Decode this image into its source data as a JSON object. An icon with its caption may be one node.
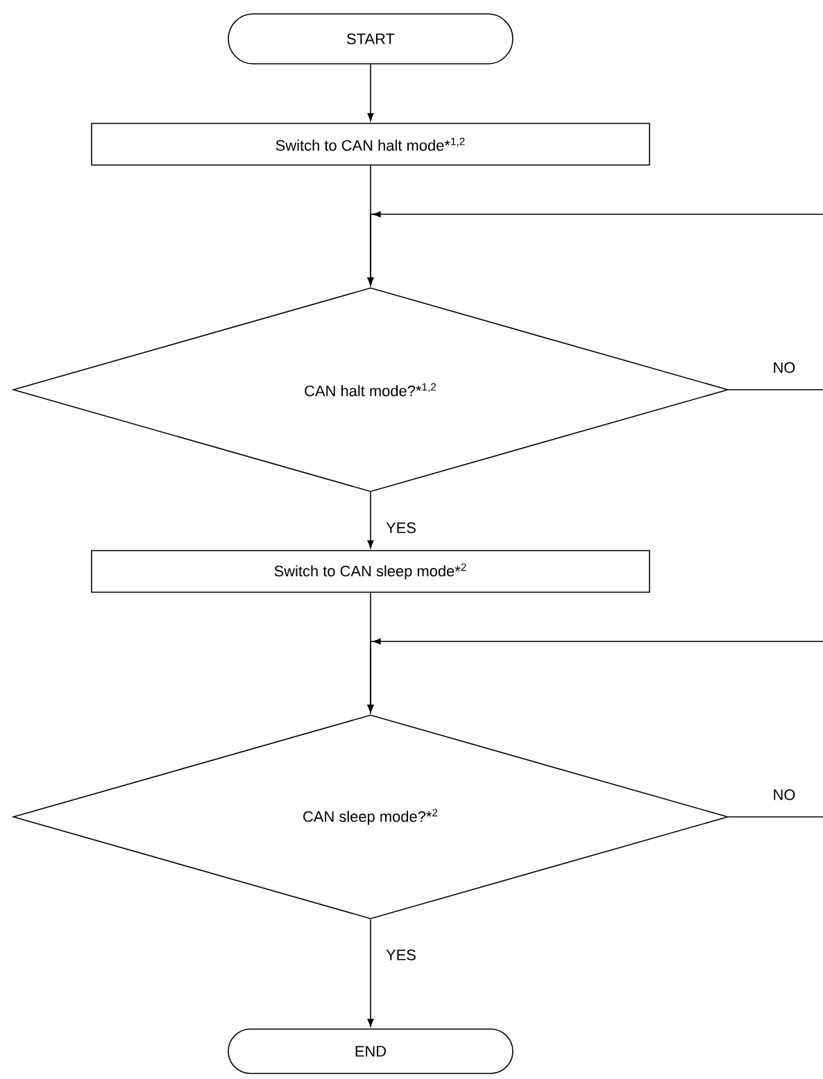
{
  "diagram": {
    "nodes": [
      {
        "text": [
          "START"
        ]
      },
      {
        "text": [
          "Switch to CAN halt mode*$^{1,2}$"
        ]
      },
      {
        "text": [
          "CAN halt mode?*$^{1,2}$"
        ]
      },
      {
        "text": [
          "Switch to CAN sleep mode*$^{2}$"
        ]
      },
      {
        "text": [
          "CAN sleep mode?*$^{2}$"
        ]
      },
      {
        "text": [
          "END"
        ]
      }
    ],
    "edges": [
      {
        "from": 0,
        "to": 1,
        "arrow": "to"
      },
      {
        "from": 1,
        "to": 2,
        "arrow": "to"
      },
      {
        "from": null,
        "to": 2,
        "arrow": "to"
      },
      {
        "from": 2,
        "to": null,
        "arrow": "none",
        "label": "NO"
      },
      {
        "from": 2,
        "to": 3,
        "arrow": "to",
        "label": "YES"
      },
      {
        "from": 3,
        "to": 4,
        "arrow": "to"
      },
      {
        "from": null,
        "to": 4,
        "arrow": "to"
      },
      {
        "from": 4,
        "to": null,
        "arrow": "none",
        "label": "NO"
      },
      {
        "from": 4,
        "to": 5,
        "arrow": "to",
        "label": "YES"
      }
    ]
  }
}
